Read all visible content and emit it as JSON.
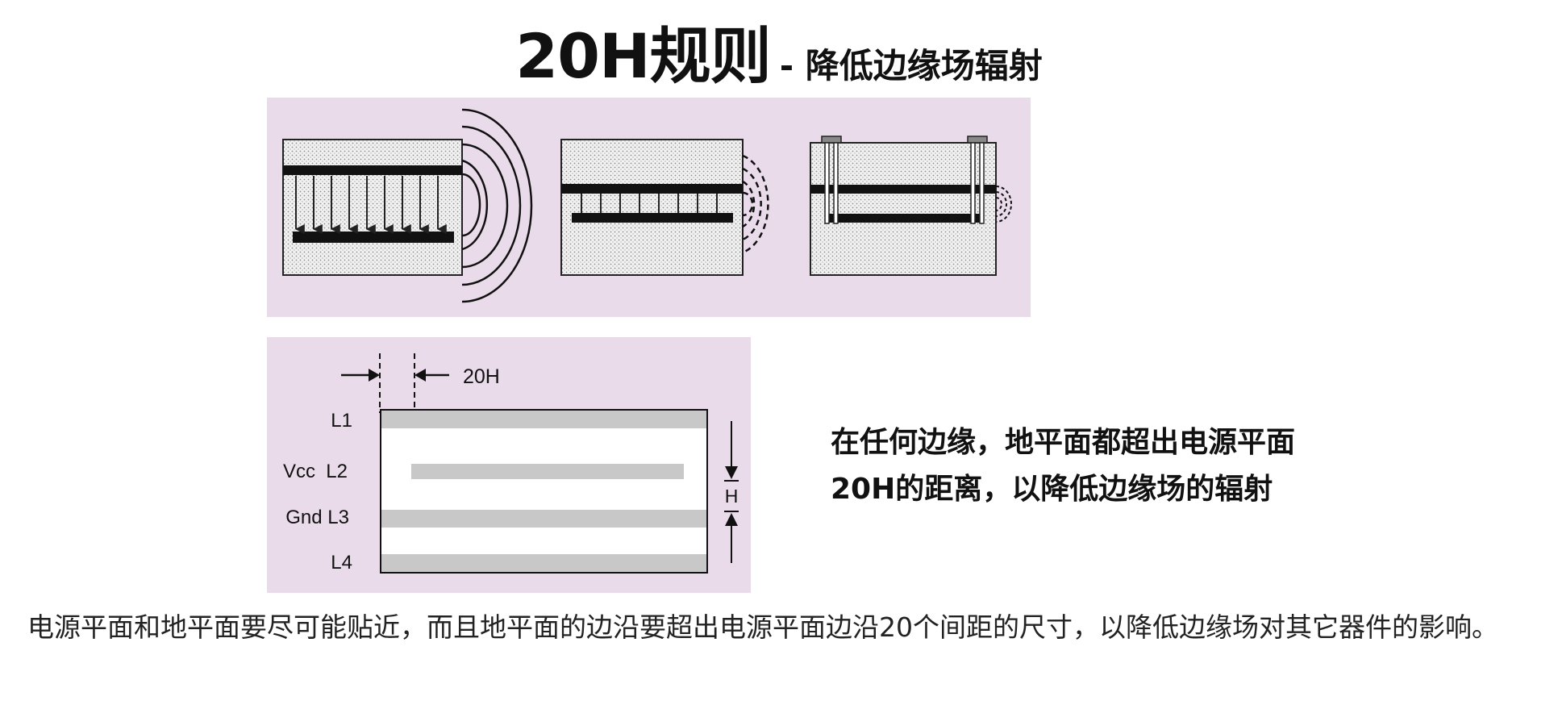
{
  "title": {
    "main": "20H规则",
    "sub": "- 降低边缘场辐射"
  },
  "diagram": {
    "dimension_label": "20H",
    "height_label": "H",
    "layers": [
      {
        "id": "l1",
        "label": "L1"
      },
      {
        "id": "l2",
        "label": "Vcc  L2"
      },
      {
        "id": "l3",
        "label": "Gnd L3"
      },
      {
        "id": "l4",
        "label": "L4"
      }
    ],
    "colors": {
      "panel_bg": "#eadbea",
      "plane_fill": "#c8c8c8",
      "trace": "#111111"
    }
  },
  "caption": {
    "line1": "在任何边缘，地平面都超出电源平面",
    "line2": "20H的距离，以降低边缘场的辐射"
  },
  "body": {
    "text": "电源平面和地平面要尽可能贴近，而且地平面的边沿要超出电源平面边沿20个间距的尺寸，以降低边缘场对其它器件的影响。"
  }
}
